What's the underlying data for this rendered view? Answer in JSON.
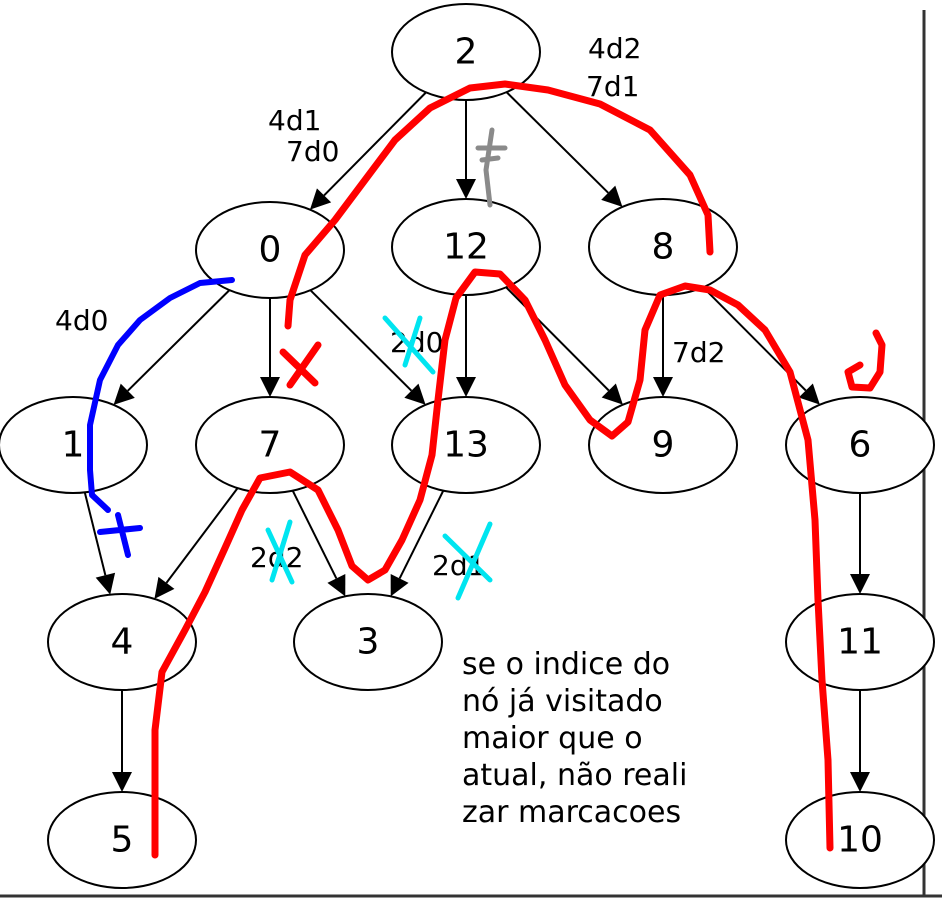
{
  "graph": {
    "nodes": [
      {
        "id": "2",
        "label": "2"
      },
      {
        "id": "0",
        "label": "0"
      },
      {
        "id": "12",
        "label": "12"
      },
      {
        "id": "8",
        "label": "8"
      },
      {
        "id": "1",
        "label": "1"
      },
      {
        "id": "7",
        "label": "7"
      },
      {
        "id": "13",
        "label": "13"
      },
      {
        "id": "9",
        "label": "9"
      },
      {
        "id": "6",
        "label": "6"
      },
      {
        "id": "4",
        "label": "4"
      },
      {
        "id": "3",
        "label": "3"
      },
      {
        "id": "11",
        "label": "11"
      },
      {
        "id": "5",
        "label": "5"
      },
      {
        "id": "10",
        "label": "10"
      }
    ],
    "edges": [
      [
        "2",
        "0"
      ],
      [
        "2",
        "12"
      ],
      [
        "2",
        "8"
      ],
      [
        "0",
        "1"
      ],
      [
        "0",
        "7"
      ],
      [
        "0",
        "13"
      ],
      [
        "12",
        "13"
      ],
      [
        "12",
        "9"
      ],
      [
        "8",
        "9"
      ],
      [
        "8",
        "6"
      ],
      [
        "1",
        "4"
      ],
      [
        "7",
        "4"
      ],
      [
        "7",
        "3"
      ],
      [
        "13",
        "3"
      ],
      [
        "4",
        "5"
      ],
      [
        "6",
        "11"
      ],
      [
        "11",
        "10"
      ]
    ]
  },
  "annotations": {
    "n2_top": "4d2",
    "n2_bottom": "7d1",
    "n0_top": "4d1",
    "n0_bottom": "7d0",
    "n1": "4d0",
    "n13": "2d0",
    "n9": "7d2",
    "n3_left": "2d2",
    "n3_right": "2d1"
  },
  "note": {
    "lines": [
      "se o indice do",
      "nó já visitado",
      "maior que o",
      "atual, não reali",
      "zar marcacoes"
    ]
  },
  "colors": {
    "red_path": "#ff0000",
    "blue_path": "#0000ff",
    "cyan_marks": "#00e5f0",
    "gray_mark": "#8a8a8a"
  }
}
